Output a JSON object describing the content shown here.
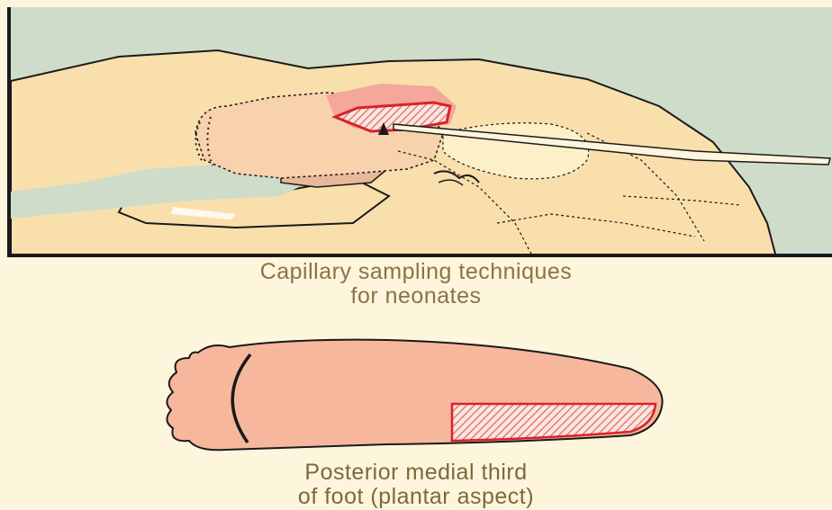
{
  "figure": {
    "colors": {
      "skin": "#f9dfac",
      "skin_shade": "#f4c9a0",
      "puncture_area": "#f4a79a",
      "outline": "#1a1a1a",
      "highlight_red": "#d8232a",
      "hatch": "#e47c74",
      "panel_bg": "#cfdcc9",
      "page_bg": "#fdf5dc",
      "caption": "#8a7446"
    },
    "top_illustration": {
      "icon": "hand-holding-neonatal-heel-icon",
      "lancet_icon": "lancet-icon"
    },
    "caption_1": {
      "line_1": "Capillary sampling techniques",
      "line_2": "for neonates"
    },
    "foot_illustration": {
      "icon": "foot-plantar-aspect-icon"
    },
    "caption_2": {
      "line_1": "Posterior medial third",
      "line_2": "of foot (plantar aspect)"
    }
  }
}
